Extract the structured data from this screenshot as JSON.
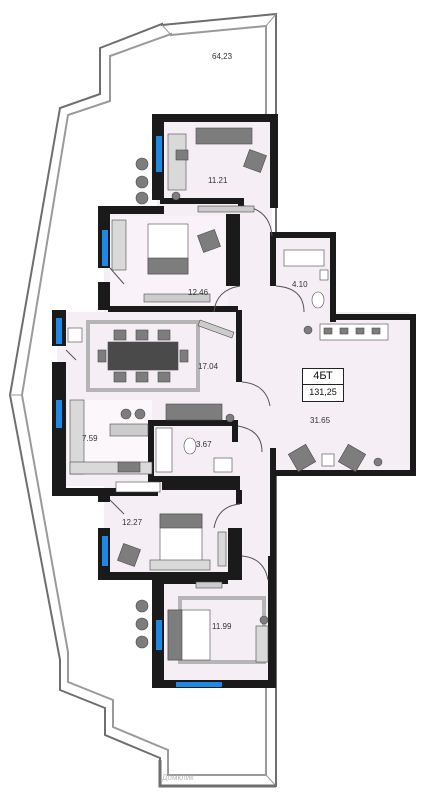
{
  "plan": {
    "apartment_code": "4БТ",
    "total_area": "131,25",
    "terrace_area": "64,23",
    "watermark": "Домклик"
  },
  "rooms": [
    {
      "id": "bedroom-1",
      "area": "11.21"
    },
    {
      "id": "bedroom-2",
      "area": "12.46"
    },
    {
      "id": "bathroom-small",
      "area": "4.10"
    },
    {
      "id": "living-dining",
      "area": "17.04"
    },
    {
      "id": "hall",
      "area": "31.65"
    },
    {
      "id": "kitchen",
      "area": "7.59"
    },
    {
      "id": "bathroom-main",
      "area": "3.67"
    },
    {
      "id": "bedroom-3",
      "area": "12.27"
    },
    {
      "id": "bedroom-4",
      "area": "11.99"
    }
  ],
  "colors": {
    "wall": "#1a1a1a",
    "floor": "#f5eef5",
    "terrace_fill": "#ffffff",
    "terrace_outline": "#6e6e6e",
    "window": "#1e88e5",
    "furniture": "#7d7d7d",
    "furniture_dark": "#4a4a4a"
  }
}
